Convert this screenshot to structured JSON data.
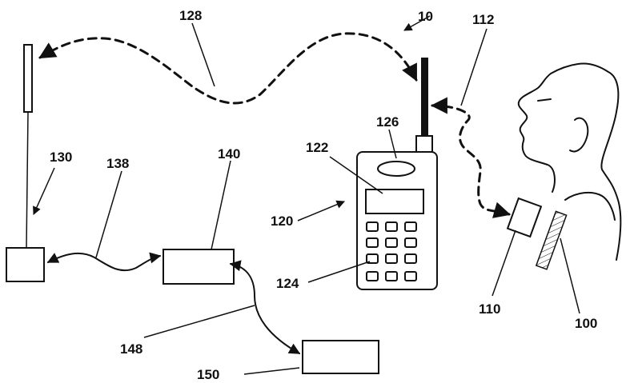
{
  "labels": {
    "system": "10",
    "sensor": "100",
    "transmitter": "110",
    "sound_path": "112",
    "phone": "120",
    "display": "122",
    "keypad": "124",
    "earpiece": "126",
    "radio_link": "128",
    "antenna": "130",
    "cable_1": "138",
    "processor": "140",
    "cable_2": "148",
    "terminal": "150"
  }
}
